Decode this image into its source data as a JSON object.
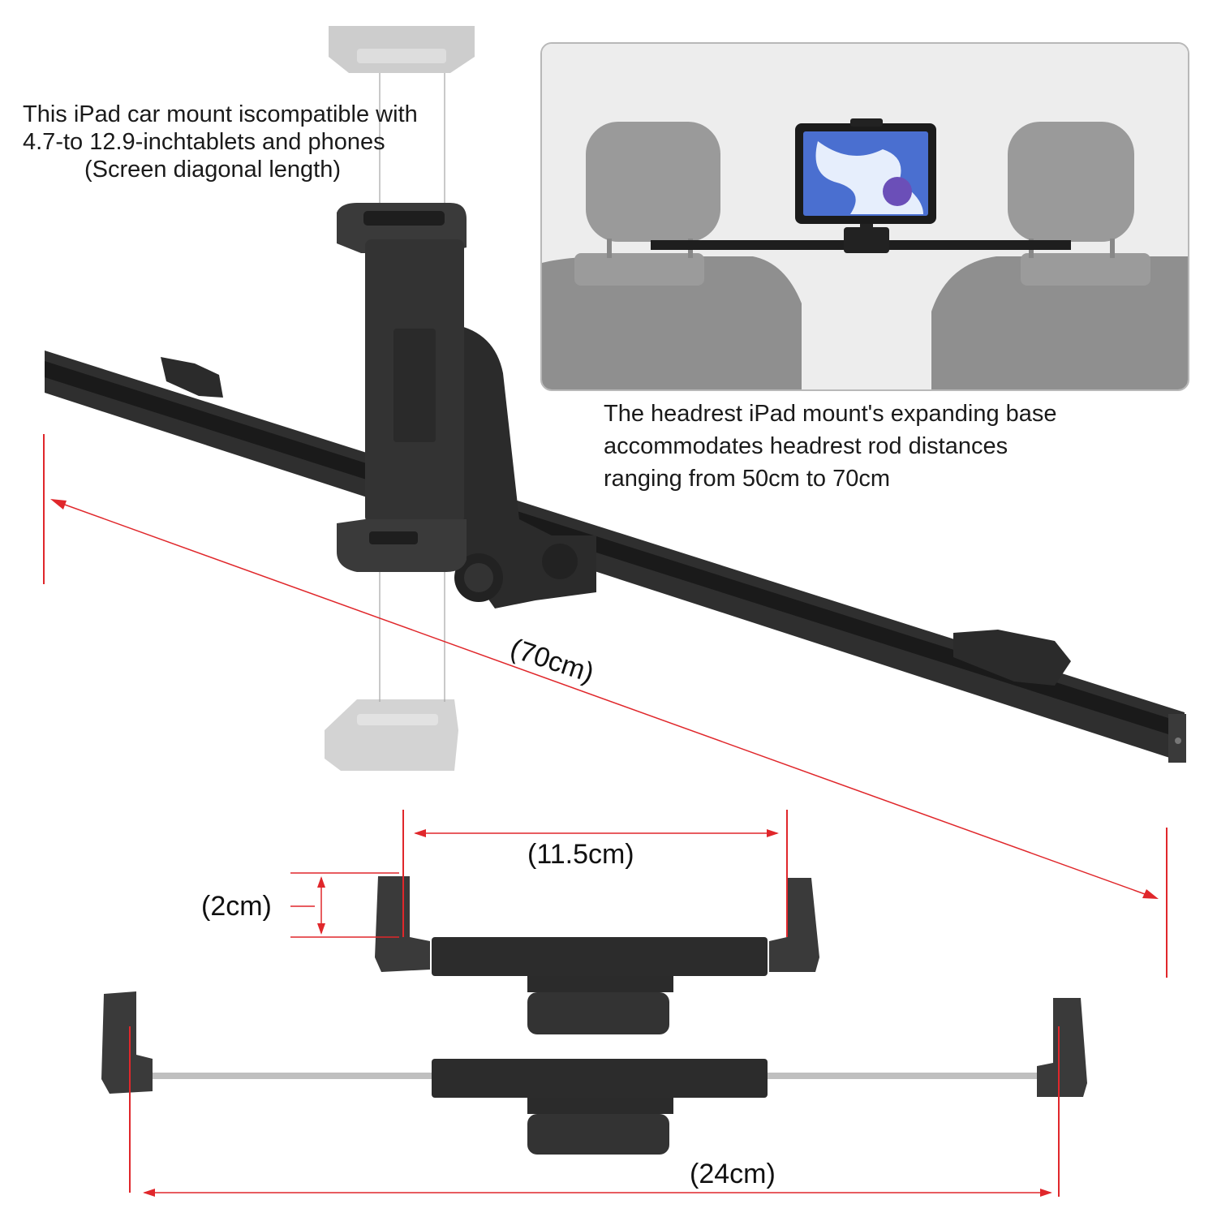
{
  "compatibility_note": {
    "line1": "This iPad car mount iscompatible with",
    "line2": "4.7-to 12.9-inchtablets and phones",
    "line3": "(Screen diagonal length)"
  },
  "base_note": {
    "line1": "The headrest iPad mount's expanding base",
    "line2": "accommodates headrest rod distances",
    "line3": "ranging from 50cm to 70cm"
  },
  "dimensions": {
    "rail_length": "(70cm)",
    "clamp_min_width": "(11.5cm)",
    "clamp_depth": "(2cm)",
    "clamp_max_width": "(24cm)"
  },
  "colors": {
    "dimension_line": "#e0272b",
    "product_black": "#2b2b2b",
    "seat_grey": "#9a9a9a",
    "panel_border": "#b8b8b8"
  }
}
